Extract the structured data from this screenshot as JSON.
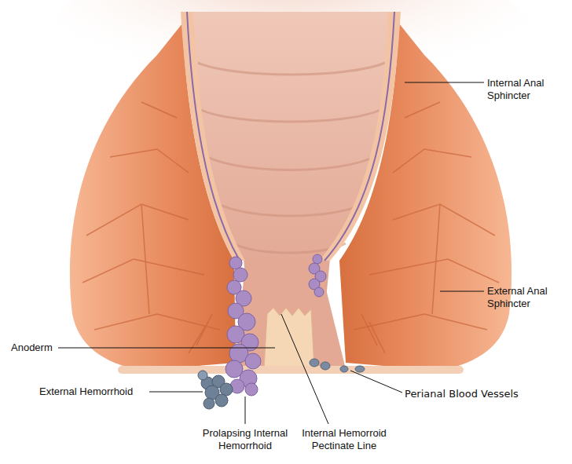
{
  "diagram": {
    "labels": [
      "Internal Anal Sphincter",
      "External Anal Sphincter",
      "Anoderm",
      "External Hemorrhoid",
      "Prolapsing Internal Hemorrhoid",
      "Internal Hemorroid Pectinate Line",
      "Perianal Blood Vessels"
    ]
  }
}
